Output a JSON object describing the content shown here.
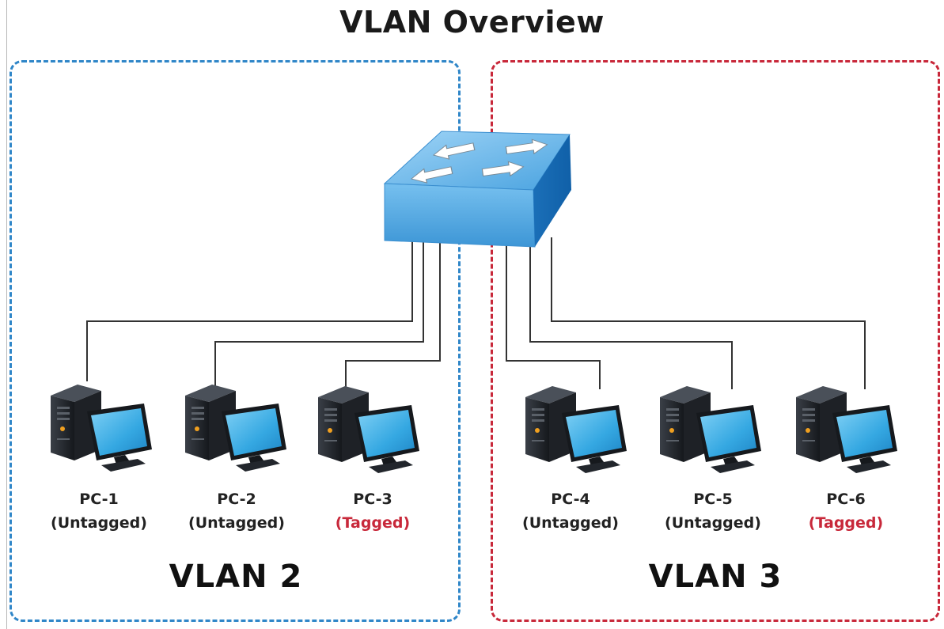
{
  "title": "VLAN Overview",
  "vlans": [
    {
      "label": "VLAN 2",
      "color": "#2f86c8"
    },
    {
      "label": "VLAN 3",
      "color": "#c8283a"
    }
  ],
  "pcs": [
    {
      "name": "PC-1",
      "mode": "(Untagged)",
      "tagged": false
    },
    {
      "name": "PC-2",
      "mode": "(Untagged)",
      "tagged": false
    },
    {
      "name": "PC-3",
      "mode": "(Tagged)",
      "tagged": true
    },
    {
      "name": "PC-4",
      "mode": "(Untagged)",
      "tagged": false
    },
    {
      "name": "PC-5",
      "mode": "(Untagged)",
      "tagged": false
    },
    {
      "name": "PC-6",
      "mode": "(Tagged)",
      "tagged": true
    }
  ],
  "colors": {
    "tagged_text": "#c8283a",
    "switch": "#5fb0e8",
    "cable": "#333333"
  }
}
